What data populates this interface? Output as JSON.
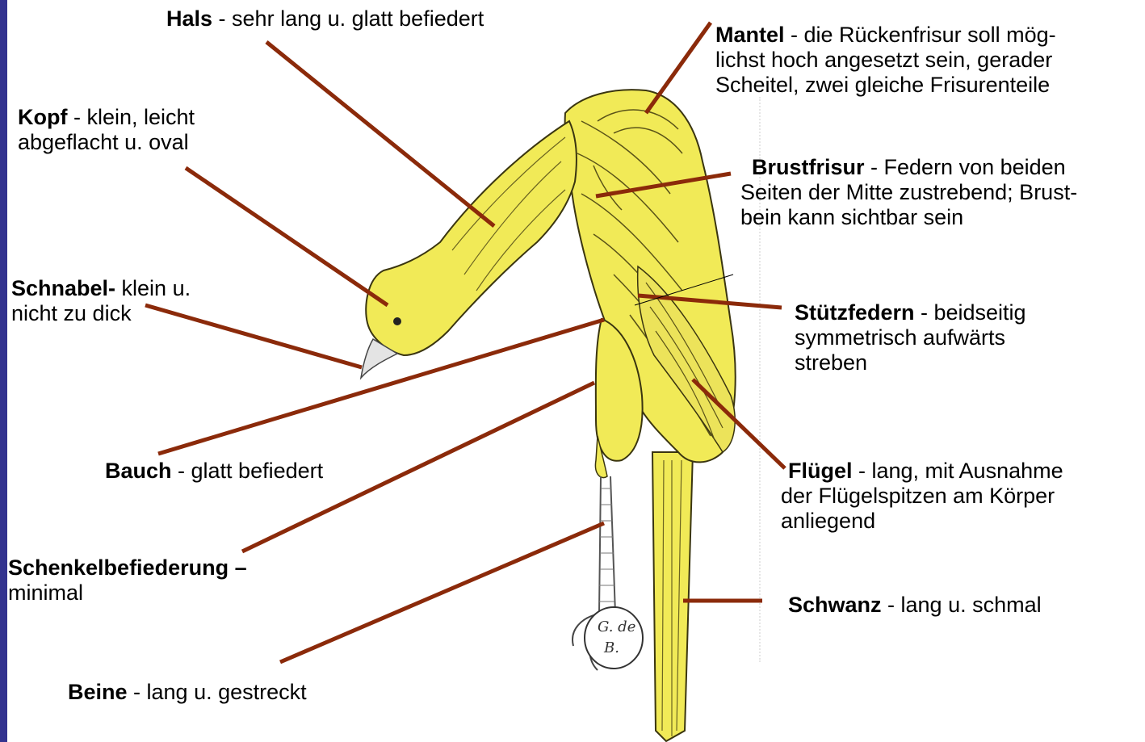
{
  "labels": {
    "hals": {
      "term": "Hals",
      "desc": " - sehr lang u. glatt befiedert"
    },
    "mantel": {
      "term": "Mantel",
      "desc": " - die Rückenfrisur soll mög-",
      "line2": "lichst hoch angesetzt sein, gerader",
      "line3": "Scheitel, zwei gleiche Frisurenteile"
    },
    "kopf": {
      "term": "Kopf",
      "desc": " - klein, leicht",
      "line2": "abgeflacht u. oval"
    },
    "brustfrisur": {
      "term": "Brustfrisur",
      "desc": " - Federn von beiden",
      "line2": "Seiten der Mitte zustrebend; Brust-",
      "line3": "bein kann sichtbar sein"
    },
    "schnabel": {
      "term": "Schnabel-",
      "desc": " klein u.",
      "line2": "nicht zu dick"
    },
    "stuetzfedern": {
      "term": "Stützfedern",
      "desc": " - beidseitig",
      "line2": "symmetrisch aufwärts",
      "line3": "streben"
    },
    "bauch": {
      "term": "Bauch",
      "desc": " - glatt befiedert"
    },
    "fluegel": {
      "term": "Flügel",
      "desc": " - lang, mit Ausnahme",
      "line2": "der Flügelspitzen am Körper",
      "line3": "anliegend"
    },
    "schenkel": {
      "term": "Schenkelbefiederung –",
      "line2": "minimal"
    },
    "schwanz": {
      "term": "Schwanz",
      "desc": " - lang u. schmal"
    },
    "beine": {
      "term": "Beine",
      "desc": " - lang u. gestreckt"
    }
  },
  "signature": "G. de B.",
  "colors": {
    "pointer": "#8b2a0a",
    "bird": "#f1ea57",
    "outline": "#3a3510",
    "sidebar": "#33338f"
  }
}
